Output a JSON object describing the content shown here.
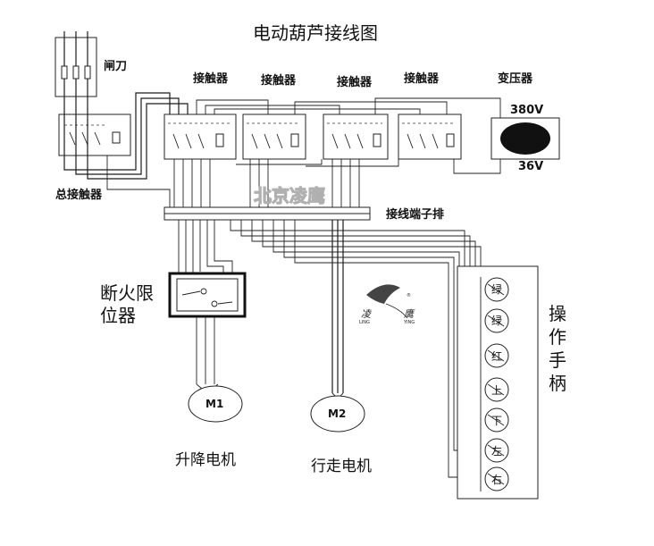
{
  "title": "电动葫芦接线图",
  "labels": {
    "knife_switch": "闸刀",
    "main_contactor": "总接触器",
    "contactor": "接触器",
    "transformer": "变压器",
    "v380": "380V",
    "v36": "36V",
    "terminal_strip": "接线端子排",
    "limiter": "断火限位器",
    "control_handle": "操作手柄"
  },
  "contactors": [
    "接触器",
    "接触器",
    "接触器",
    "接触器"
  ],
  "buttons": [
    "绿",
    "绿",
    "红",
    "上",
    "下",
    "左",
    "右"
  ],
  "motors": [
    {
      "id": "M1",
      "caption": "升降电机"
    },
    {
      "id": "M2",
      "caption": "行走电机"
    }
  ],
  "watermark": "北京凌鹰",
  "logo": {
    "left": "凌",
    "right": "鹰",
    "left_en": "LING",
    "right_en": "YING",
    "mark": "®"
  },
  "colors": {
    "line": "#1a1a1a",
    "background": "#ffffff",
    "watermark": "#b0b0b0"
  }
}
